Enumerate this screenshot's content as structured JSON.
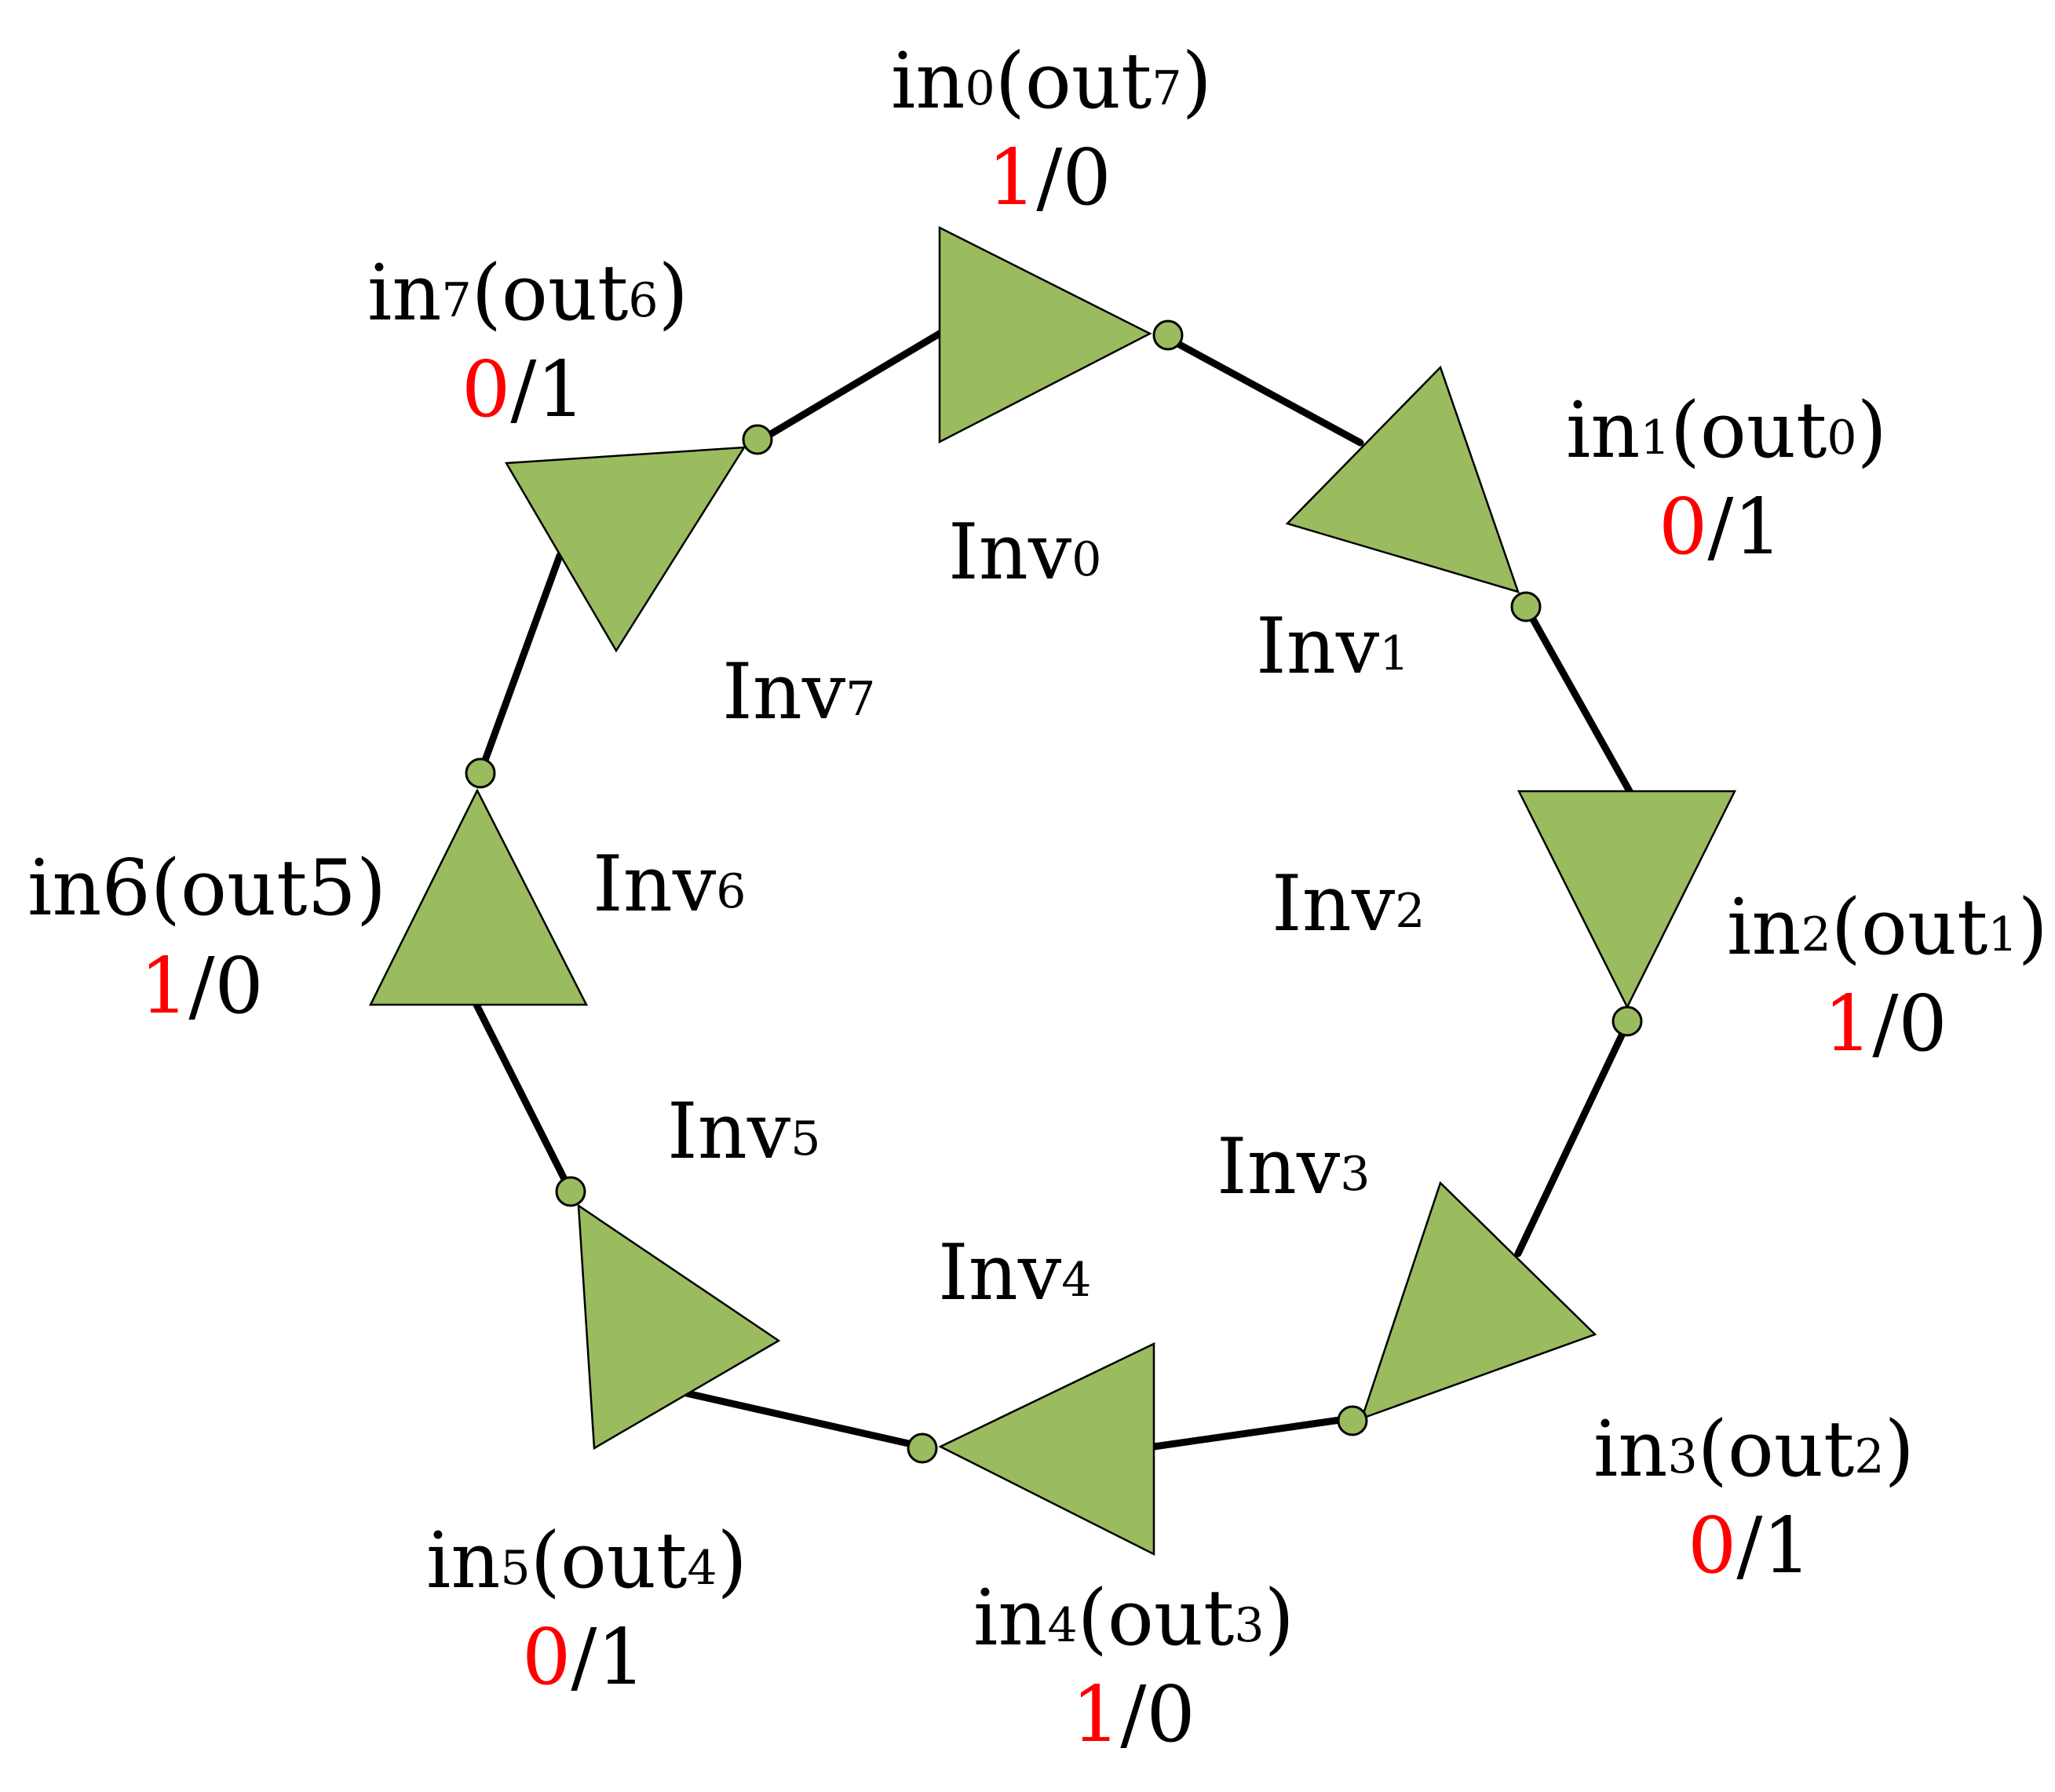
{
  "colors": {
    "inverter_fill": "#9BBB5F",
    "wire": "#000000",
    "highlight_digit": "#FF0000",
    "text": "#000000"
  },
  "nodes": [
    {
      "id": "in0-out7",
      "label": {
        "pre": "in",
        "sub1": "0",
        "mid": "(out",
        "sub2": "7",
        "post": ")"
      },
      "state": {
        "first": "1",
        "rest": "/0"
      }
    },
    {
      "id": "in1-out0",
      "label": {
        "pre": "in",
        "sub1": "1",
        "mid": "(out",
        "sub2": "0",
        "post": ")"
      },
      "state": {
        "first": "0",
        "rest": "/1"
      }
    },
    {
      "id": "in2-out1",
      "label": {
        "pre": "in",
        "sub1": "2",
        "mid": "(out",
        "sub2": "1",
        "post": ")"
      },
      "state": {
        "first": "1",
        "rest": "/0"
      }
    },
    {
      "id": "in3-out2",
      "label": {
        "pre": "in",
        "sub1": "3",
        "mid": "(out",
        "sub2": "2",
        "post": ")"
      },
      "state": {
        "first": "0",
        "rest": "/1"
      }
    },
    {
      "id": "in4-out3",
      "label": {
        "pre": "in",
        "sub1": "4",
        "mid": "(out",
        "sub2": "3",
        "post": ")"
      },
      "state": {
        "first": "1",
        "rest": "/0"
      }
    },
    {
      "id": "in5-out4",
      "label": {
        "pre": "in",
        "sub1": "5",
        "mid": "(out",
        "sub2": "4",
        "post": ")"
      },
      "state": {
        "first": "0",
        "rest": "/1"
      }
    },
    {
      "id": "in6-out5",
      "label": {
        "pre": "in6(out5)",
        "sub1": "",
        "mid": "",
        "sub2": "",
        "post": ""
      },
      "state": {
        "first": "1",
        "rest": "/0"
      }
    },
    {
      "id": "in7-out6",
      "label": {
        "pre": "in",
        "sub1": "7",
        "mid": "(out",
        "sub2": "6",
        "post": ")"
      },
      "state": {
        "first": "0",
        "rest": "/1"
      }
    }
  ],
  "inverters": [
    {
      "id": "inv0",
      "base": "Inv",
      "sub": "0"
    },
    {
      "id": "inv1",
      "base": "Inv",
      "sub": "1"
    },
    {
      "id": "inv2",
      "base": "Inv",
      "sub": "2"
    },
    {
      "id": "inv3",
      "base": "Inv",
      "sub": "3"
    },
    {
      "id": "inv4",
      "base": "Inv",
      "sub": "4"
    },
    {
      "id": "inv5",
      "base": "Inv",
      "sub": "5"
    },
    {
      "id": "inv6",
      "base": "Inv",
      "sub": "6"
    },
    {
      "id": "inv7",
      "base": "Inv",
      "sub": "7"
    }
  ]
}
